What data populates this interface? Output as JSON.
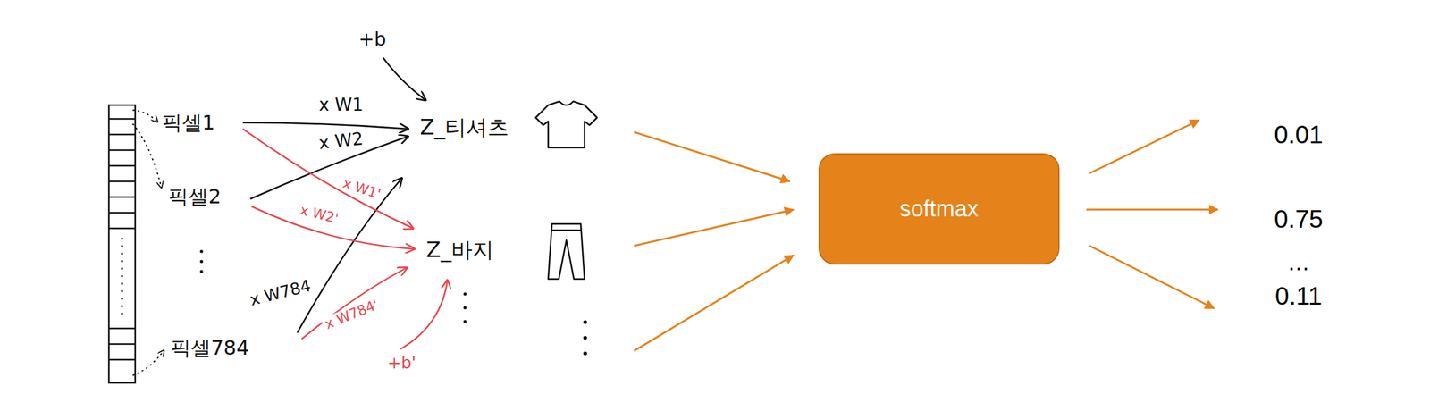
{
  "diagram": {
    "nodes": [
      {
        "text": [
          "softmax"
        ]
      }
    ],
    "labels": [
      "+b",
      "픽셀1",
      "x W1",
      "x W2",
      "Z_티셔츠",
      "x W1'",
      "픽셀2",
      "x W2'",
      "Z_바지",
      "x W784",
      "x W784'",
      "픽셀784",
      "+b'",
      "0.01",
      "0.75",
      "…",
      "0.11"
    ]
  }
}
